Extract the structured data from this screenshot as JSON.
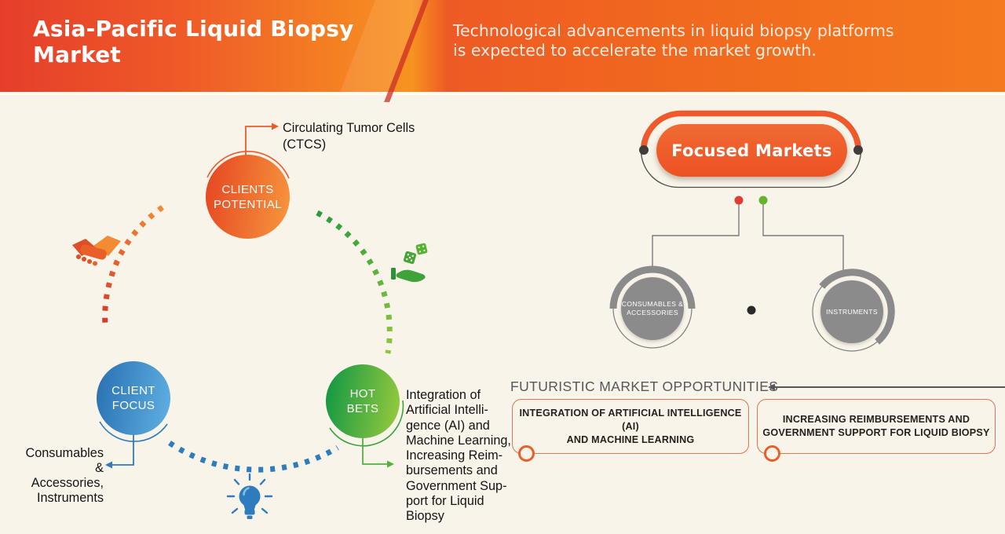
{
  "header": {
    "title": "Asia-Pacific Liquid Biopsy\nMarket",
    "subtitle": "Technological advancements in liquid biopsy platforms\nis expected to accelerate the market growth."
  },
  "cycle": {
    "clients_potential": {
      "label": "CLIENTS\nPOTENTIAL",
      "callout": "Circulating Tumor Cells\n(CTCS)"
    },
    "client_focus": {
      "label": "CLIENT\nFOCUS",
      "callout": "Consumables &\nAccessories,\nInstruments"
    },
    "hot_bets": {
      "label": "HOT\nBETS",
      "callout": "Integration of\nArtificial Intelli-\ngence (AI) and\nMachine Learning,\nIncreasing Reim-\nbursements and\nGovernment Sup-\nport for Liquid\nBiopsy"
    },
    "icons": {
      "left": "handshake",
      "right": "dice-in-hand",
      "bottom": "lightbulb"
    }
  },
  "focused_markets": {
    "badge": "Focused Markets",
    "segments": [
      {
        "label": "CONSUMABLES &\nACCESSORIES"
      },
      {
        "label": "INSTRUMENTS"
      }
    ]
  },
  "opportunities": {
    "heading": "FUTURISTIC MARKET OPPORTUNITIES",
    "items": [
      {
        "label": "INTEGRATION OF ARTIFICIAL INTELLIGENCE (AI)\nAND MACHINE LEARNING"
      },
      {
        "label": "INCREASING REIMBURSEMENTS AND\nGOVERNMENT SUPPORT FOR LIQUID BIOPSY"
      }
    ]
  },
  "colors": {
    "accent_orange": "#ee5a2b",
    "accent_blue": "#2e7cbd",
    "accent_green": "#3aa43c",
    "header_gradient_left": "#e63e2a",
    "header_gradient_right": "#f47a1e",
    "background": "#f8f4e9",
    "gray_node": "#8b8b8b",
    "dot_red": "#e03c31",
    "dot_green": "#66b32e"
  }
}
